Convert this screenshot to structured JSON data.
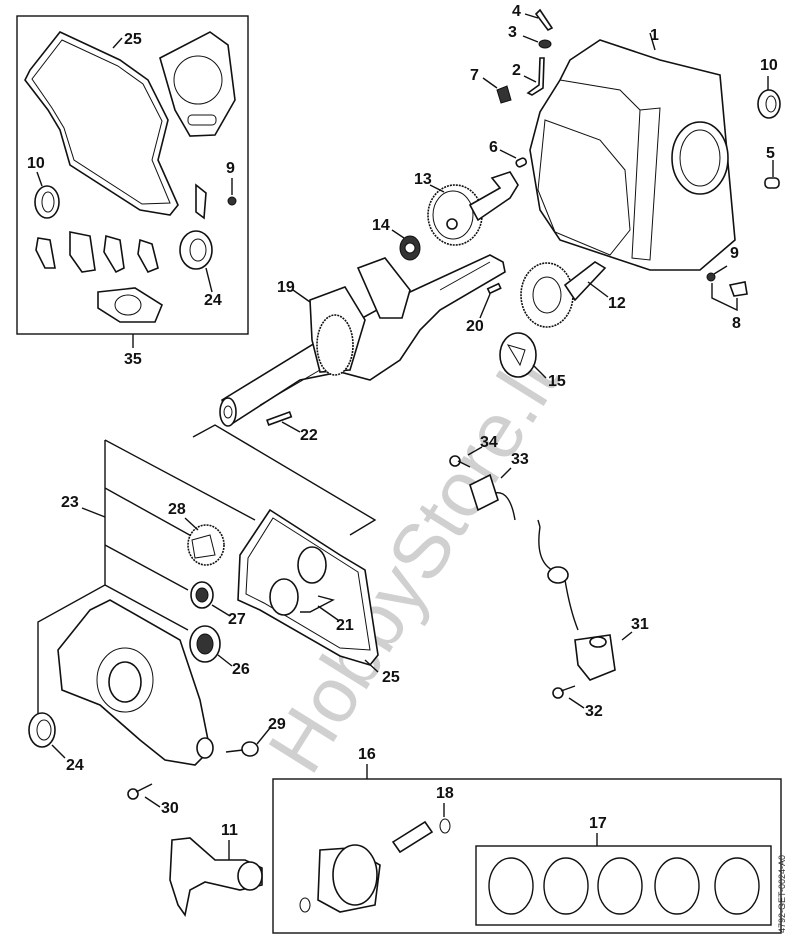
{
  "diagram": {
    "title": "Engine crankcase, crankshaft, piston and ignition parts",
    "document_id": "4792-GET-0024-A0",
    "watermark": "HobbyStore.lt",
    "callouts": [
      {
        "id": "1",
        "part": "crankcase"
      },
      {
        "id": "2",
        "part": "governor-arm-shaft"
      },
      {
        "id": "3",
        "part": "washer"
      },
      {
        "id": "4",
        "part": "pin"
      },
      {
        "id": "5",
        "part": "dowel-pin"
      },
      {
        "id": "6",
        "part": "dowel-pin-small"
      },
      {
        "id": "7",
        "part": "oil-seal-small"
      },
      {
        "id": "8",
        "part": "drain-plug"
      },
      {
        "id": "9",
        "part": "sealing-washer"
      },
      {
        "id": "10",
        "part": "oil-seal"
      },
      {
        "id": "11",
        "part": "connecting-rod"
      },
      {
        "id": "12",
        "part": "governor-gear"
      },
      {
        "id": "13",
        "part": "camshaft"
      },
      {
        "id": "14",
        "part": "ball-bearing"
      },
      {
        "id": "15",
        "part": "governor-weight"
      },
      {
        "id": "16",
        "part": "piston-set"
      },
      {
        "id": "17",
        "part": "piston-ring-set"
      },
      {
        "id": "18",
        "part": "circlip"
      },
      {
        "id": "19",
        "part": "crankshaft"
      },
      {
        "id": "20",
        "part": "key"
      },
      {
        "id": "21",
        "part": "seal-pair"
      },
      {
        "id": "22",
        "part": "key-long"
      },
      {
        "id": "23",
        "part": "crankcase-cover-assembly"
      },
      {
        "id": "24",
        "part": "oil-seal-large"
      },
      {
        "id": "25",
        "part": "gasket"
      },
      {
        "id": "26",
        "part": "ball-bearing-large"
      },
      {
        "id": "27",
        "part": "ball-bearing-medium"
      },
      {
        "id": "28",
        "part": "oil-slinger-gear"
      },
      {
        "id": "29",
        "part": "oil-dipstick"
      },
      {
        "id": "30",
        "part": "flange-bolt"
      },
      {
        "id": "31",
        "part": "ignition-coil"
      },
      {
        "id": "32",
        "part": "bolt"
      },
      {
        "id": "33",
        "part": "oil-level-switch"
      },
      {
        "id": "34",
        "part": "screw"
      },
      {
        "id": "35",
        "part": "gasket-set"
      }
    ],
    "labels": {
      "kit_25": "25",
      "kit_10": "10",
      "kit_9": "9",
      "kit_24": "24",
      "kit_35": "35",
      "l1": "1",
      "l2": "2",
      "l3": "3",
      "l4": "4",
      "l5": "5",
      "l6": "6",
      "l7": "7",
      "l8": "8",
      "l9": "9",
      "l10": "10",
      "l11": "11",
      "l12": "12",
      "l13": "13",
      "l14": "14",
      "l15": "15",
      "l16": "16",
      "l17": "17",
      "l18": "18",
      "l19": "19",
      "l20": "20",
      "l21": "21",
      "l22": "22",
      "l23": "23",
      "l24": "24",
      "l25": "25",
      "l26": "26",
      "l27": "27",
      "l28": "28",
      "l29": "29",
      "l30": "30",
      "l31": "31",
      "l32": "32",
      "l33": "33",
      "l34": "34"
    }
  }
}
